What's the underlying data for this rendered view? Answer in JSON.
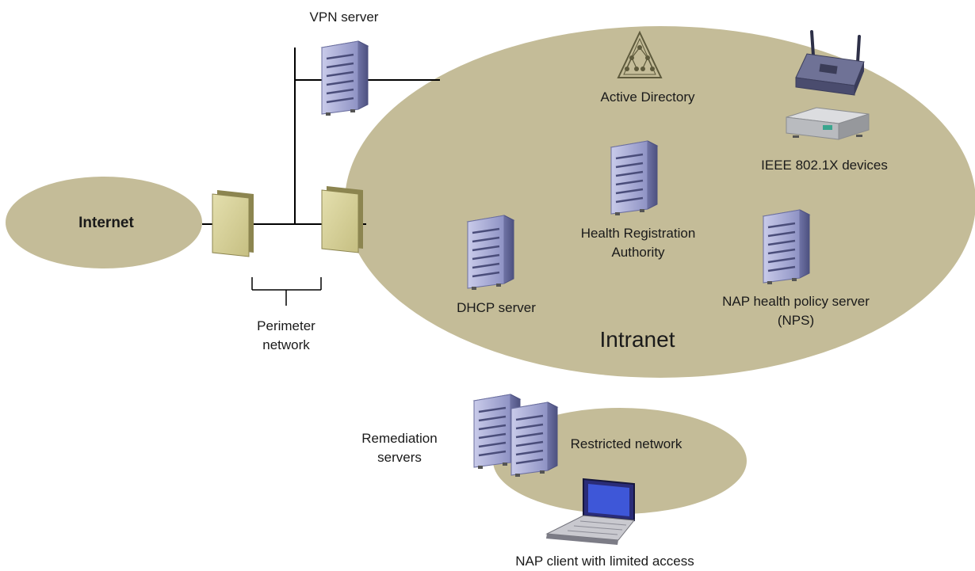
{
  "labels": {
    "vpn_server": "VPN server",
    "active_directory": "Active Directory",
    "ieee_devices": "IEEE 802.1X devices",
    "internet": "Internet",
    "hra_line1": "Health Registration",
    "hra_line2": "Authority",
    "dhcp_server": "DHCP server",
    "nap_policy_line1": "NAP health policy server",
    "nap_policy_line2": "(NPS)",
    "perimeter_line1": "Perimeter",
    "perimeter_line2": "network",
    "intranet": "Intranet",
    "remediation_line1": "Remediation",
    "remediation_line2": "servers",
    "restricted_network": "Restricted network",
    "nap_client": "NAP client with limited access"
  },
  "colors": {
    "network_fill": "#c4bc98",
    "server_body": "#9fa3cc",
    "firewall": "#d6d09a",
    "line": "#000000"
  },
  "icons": [
    "server-icon",
    "firewall-icon",
    "active-directory-icon",
    "wireless-access-point-icon",
    "switch-icon",
    "laptop-icon"
  ]
}
